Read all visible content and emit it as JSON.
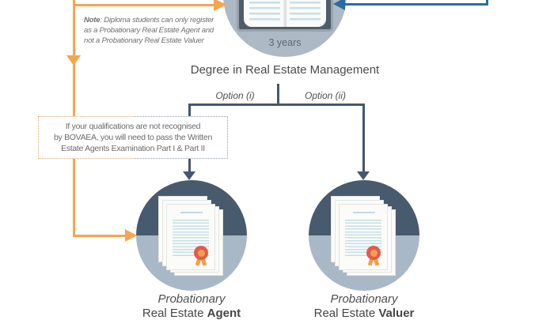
{
  "colors": {
    "orange": "#F5A54F",
    "slate_line": "#44576E",
    "slate_circle_top": "#485A6D",
    "circle_bottom_light": "#A9B8C6",
    "degree_circle_light": "#AEB9C6",
    "blue_arrow": "#2A6CA0",
    "paper_line_blue": "#C5DFE5",
    "seal_red": "#E25B4D",
    "seal_orange": "#F0A04C",
    "heading_text": "#4A4A4A",
    "body_text": "#6B6B6B"
  },
  "note": {
    "label": "Note",
    "line1_rest": ": Diploma students can only register",
    "line2": "as a Probationary Real Estate Agent and",
    "line3": "not a Probationary Real Estate Valuer"
  },
  "degree": {
    "duration": "3 years",
    "title": "Degree in Real Estate Management"
  },
  "options": {
    "option1": "Option (i)",
    "option2": "Option (ii)"
  },
  "exam_box": {
    "line1": "If your qualifications are not recognised",
    "line2": "by BOVAEA, you will need to pass the Written",
    "line3": "Estate Agents Examination Part I & Part II"
  },
  "outcomes": {
    "agent": {
      "qualifier": "Probationary",
      "name_regular": "Real Estate ",
      "name_bold": "Agent"
    },
    "valuer": {
      "qualifier": "Probationary",
      "name_regular": "Real Estate ",
      "name_bold": "Valuer"
    }
  }
}
